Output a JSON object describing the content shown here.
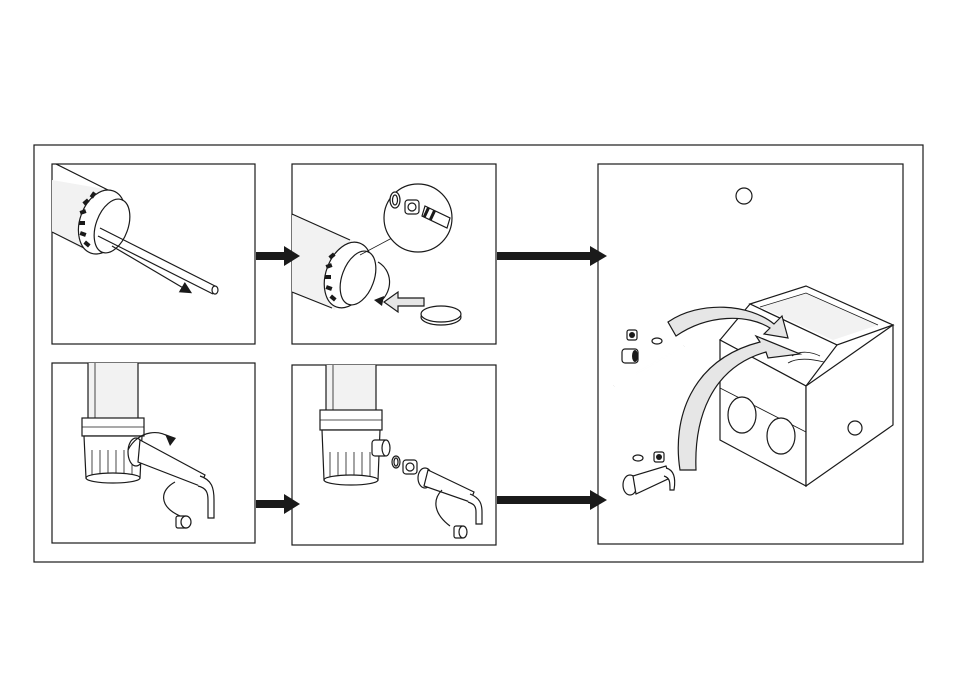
{
  "figure": {
    "panels": [
      {
        "id": "panel-1",
        "icon": "remove-telescopic-tube-icon"
      },
      {
        "id": "panel-2",
        "icon": "remove-valve-with-coin-icon"
      },
      {
        "id": "panel-3",
        "icon": "remove-discharge-tube-icon"
      },
      {
        "id": "panel-4",
        "icon": "disassemble-valve-block-icon"
      },
      {
        "id": "panel-5",
        "icon": "ultrasonic-bath-cleaning-icon"
      }
    ],
    "colors": {
      "line": "#1a1a1a",
      "fill_light": "#e6e6e6",
      "background": "#ffffff"
    }
  }
}
